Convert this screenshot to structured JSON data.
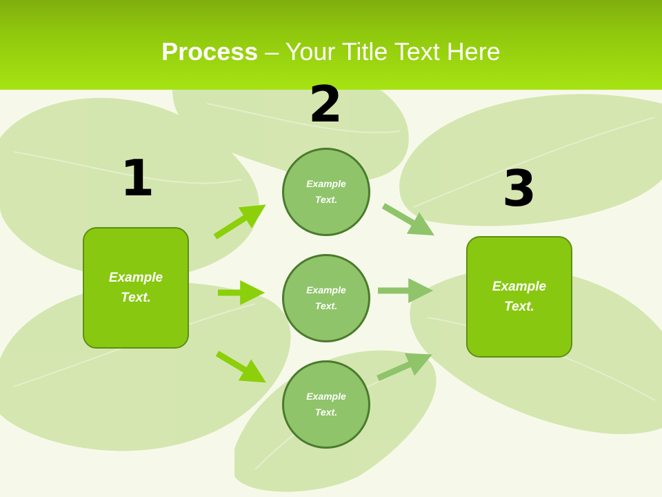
{
  "title": {
    "bold": "Process",
    "rest": " – Your Title Text Here"
  },
  "steps": [
    {
      "number": "1",
      "text": "Example\nText."
    },
    {
      "number": "2",
      "items": [
        {
          "text": "Example\nText."
        },
        {
          "text": "Example\nText."
        },
        {
          "text": "Example\nText."
        }
      ]
    },
    {
      "number": "3",
      "text": "Example\nText."
    }
  ],
  "colors": {
    "header": "#8fc70d",
    "box_fill": "#88c811",
    "circle_fill": "#8fc46a",
    "arrow_bright": "#8bd00a",
    "arrow_soft": "#8fc46a"
  }
}
